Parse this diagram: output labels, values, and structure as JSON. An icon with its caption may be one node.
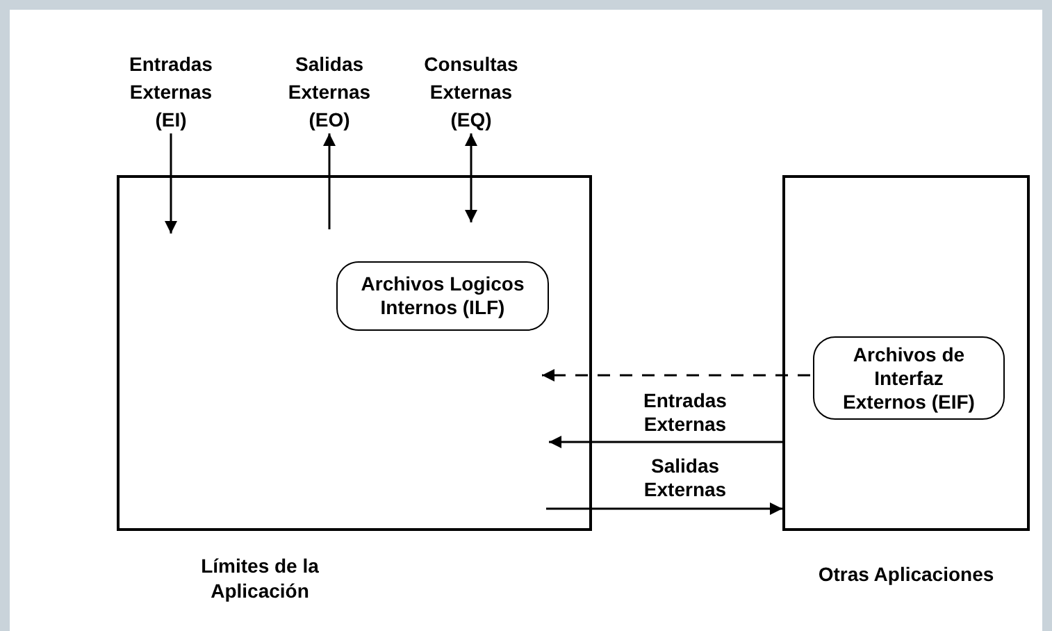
{
  "diagram": {
    "nodes": [
      {
        "text": [
          "Entradas Externas (EI)"
        ]
      },
      {
        "text": [
          "Salidas Externas (EO)"
        ]
      },
      {
        "text": [
          "Consultas Externas (EQ)"
        ]
      },
      {
        "text": [
          "Límites de la Aplicación"
        ]
      },
      {
        "text": [
          "Archivos Logicos Internos (ILF)"
        ],
        "in": 3
      },
      {
        "text": [
          "Otras Aplicaciones"
        ]
      },
      {
        "text": [
          "Archivos de Interfaz Externos (EIF)"
        ],
        "in": 5
      }
    ],
    "edges": [
      {
        "from": 0,
        "to": null,
        "arrow": "to"
      },
      {
        "from": null,
        "to": 1,
        "arrow": "to"
      },
      {
        "from": 2,
        "to": null,
        "arrow": "both"
      },
      {
        "from": 6,
        "to": null,
        "arrow": "to",
        "style": "dashed"
      },
      {
        "from": 5,
        "to": null,
        "arrow": "to",
        "label": "Entradas Externas"
      },
      {
        "from": null,
        "to": 5,
        "arrow": "to",
        "label": "Salidas Externas"
      }
    ]
  }
}
